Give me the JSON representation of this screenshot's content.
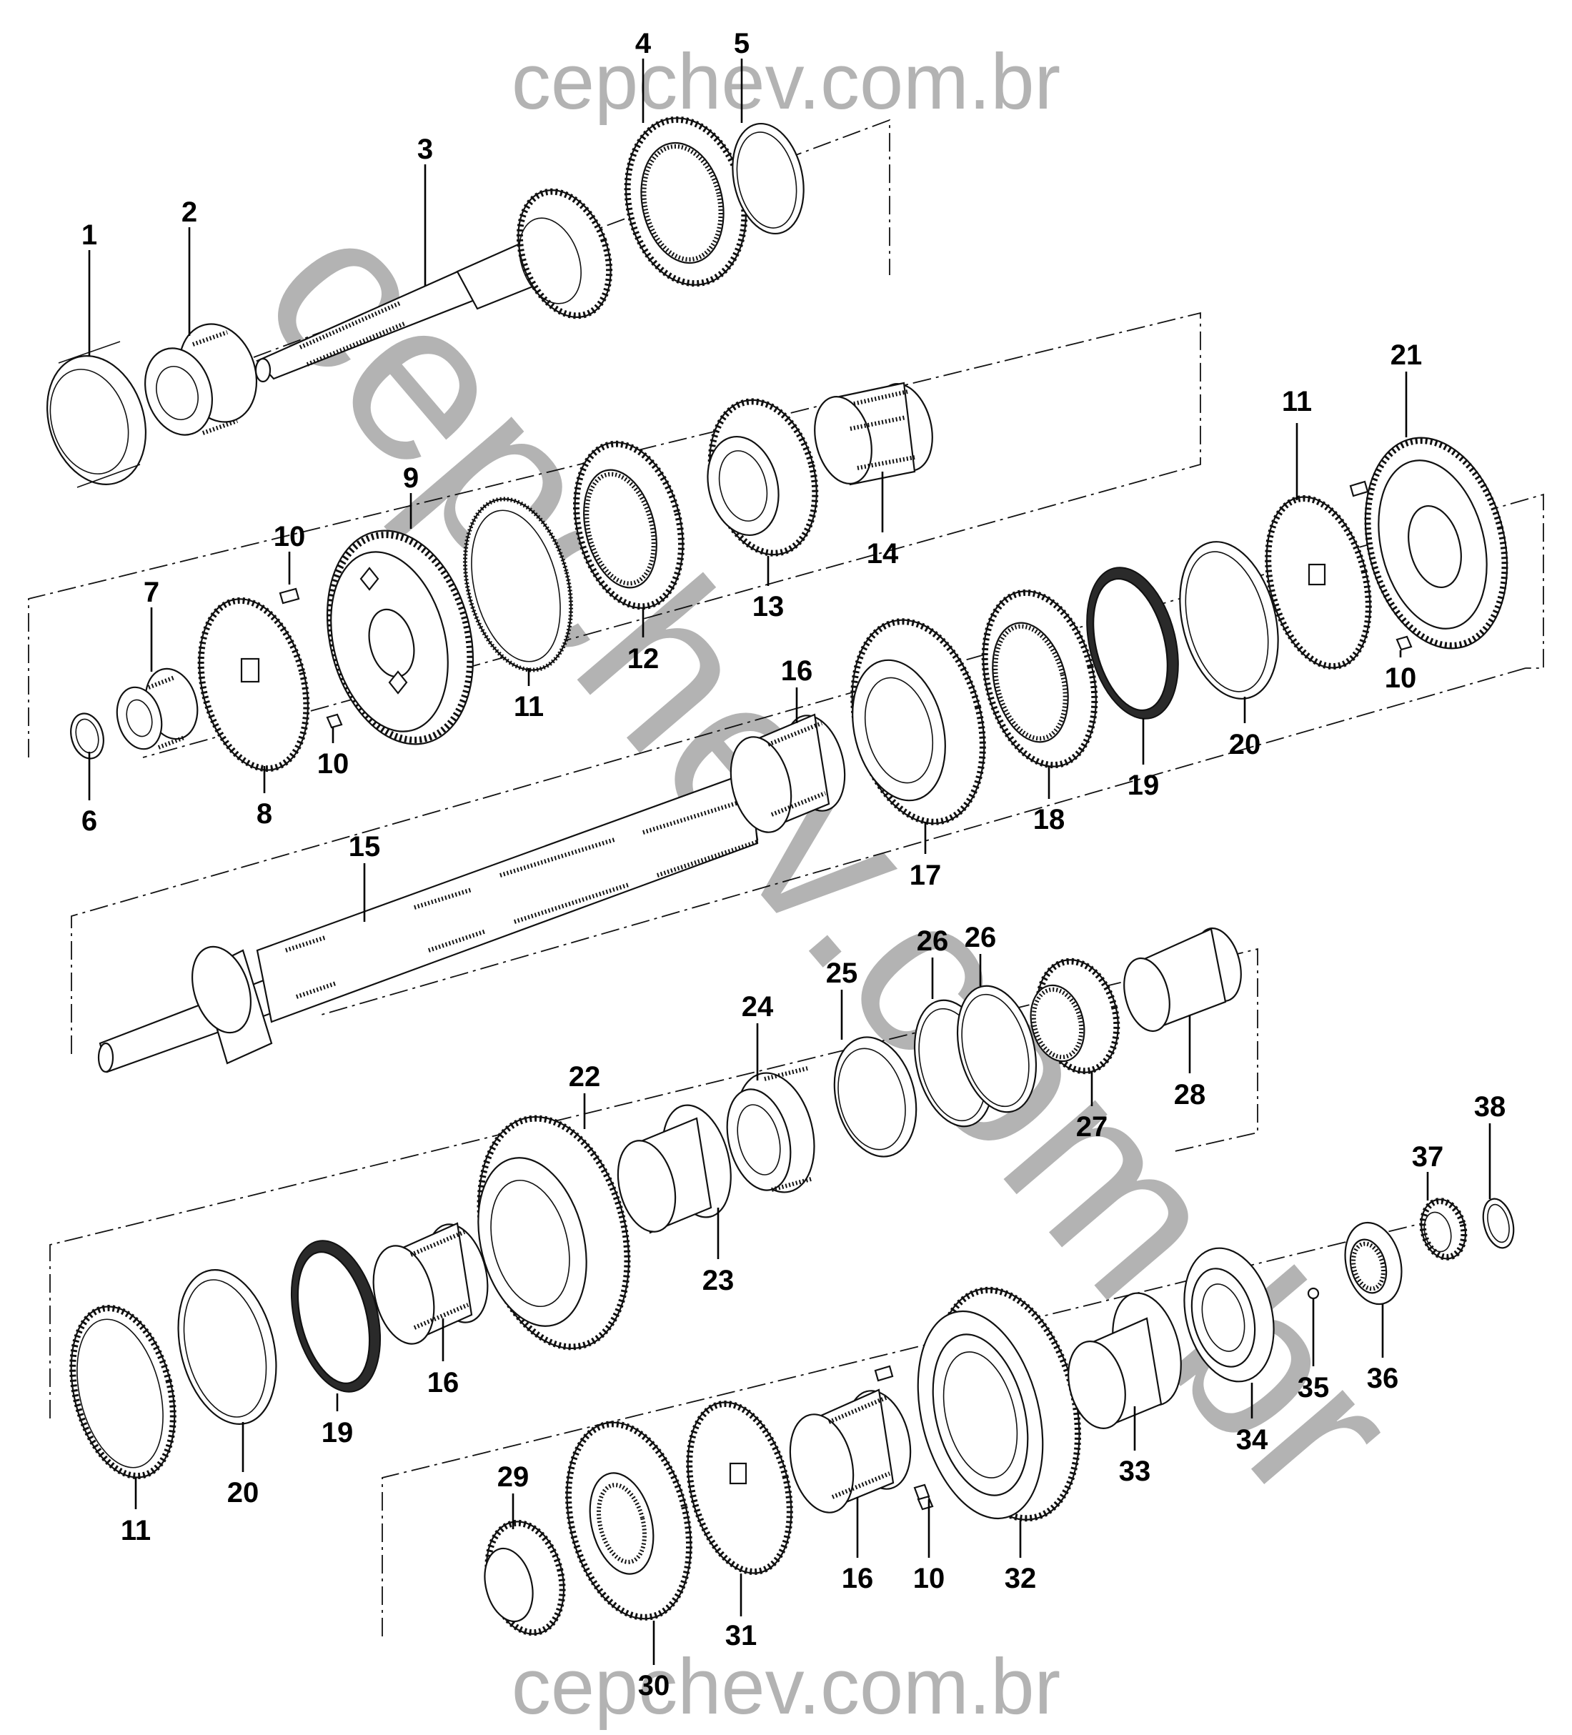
{
  "watermark": {
    "top_text": "cepchev.com.br",
    "bottom_text": "cepchev.com.br",
    "diagonal_text": "cepchev.com.br",
    "color": "#b3b3b3"
  },
  "callouts": [
    {
      "id": "c1",
      "text": "1"
    },
    {
      "id": "c2",
      "text": "2"
    },
    {
      "id": "c3",
      "text": "3"
    },
    {
      "id": "c4",
      "text": "4"
    },
    {
      "id": "c5",
      "text": "5"
    },
    {
      "id": "c6",
      "text": "6"
    },
    {
      "id": "c7",
      "text": "7"
    },
    {
      "id": "c8",
      "text": "8"
    },
    {
      "id": "c9",
      "text": "9"
    },
    {
      "id": "c10a",
      "text": "10"
    },
    {
      "id": "c10b",
      "text": "10"
    },
    {
      "id": "c10c",
      "text": "10"
    },
    {
      "id": "c10d",
      "text": "10"
    },
    {
      "id": "c11a",
      "text": "11"
    },
    {
      "id": "c11b",
      "text": "11"
    },
    {
      "id": "c11c",
      "text": "11"
    },
    {
      "id": "c12",
      "text": "12"
    },
    {
      "id": "c13",
      "text": "13"
    },
    {
      "id": "c14",
      "text": "14"
    },
    {
      "id": "c15",
      "text": "15"
    },
    {
      "id": "c16a",
      "text": "16"
    },
    {
      "id": "c16b",
      "text": "16"
    },
    {
      "id": "c16c",
      "text": "16"
    },
    {
      "id": "c17",
      "text": "17"
    },
    {
      "id": "c18",
      "text": "18"
    },
    {
      "id": "c19a",
      "text": "19"
    },
    {
      "id": "c19b",
      "text": "19"
    },
    {
      "id": "c20a",
      "text": "20"
    },
    {
      "id": "c20b",
      "text": "20"
    },
    {
      "id": "c21",
      "text": "21"
    },
    {
      "id": "c22",
      "text": "22"
    },
    {
      "id": "c23",
      "text": "23"
    },
    {
      "id": "c24",
      "text": "24"
    },
    {
      "id": "c25",
      "text": "25"
    },
    {
      "id": "c26a",
      "text": "26"
    },
    {
      "id": "c26b",
      "text": "26"
    },
    {
      "id": "c27",
      "text": "27"
    },
    {
      "id": "c28",
      "text": "28"
    },
    {
      "id": "c29",
      "text": "29"
    },
    {
      "id": "c30",
      "text": "30"
    },
    {
      "id": "c31",
      "text": "31"
    },
    {
      "id": "c32",
      "text": "32"
    },
    {
      "id": "c33",
      "text": "33"
    },
    {
      "id": "c34",
      "text": "34"
    },
    {
      "id": "c35",
      "text": "35"
    },
    {
      "id": "c36",
      "text": "36"
    },
    {
      "id": "c37",
      "text": "37"
    },
    {
      "id": "c38",
      "text": "38"
    }
  ]
}
